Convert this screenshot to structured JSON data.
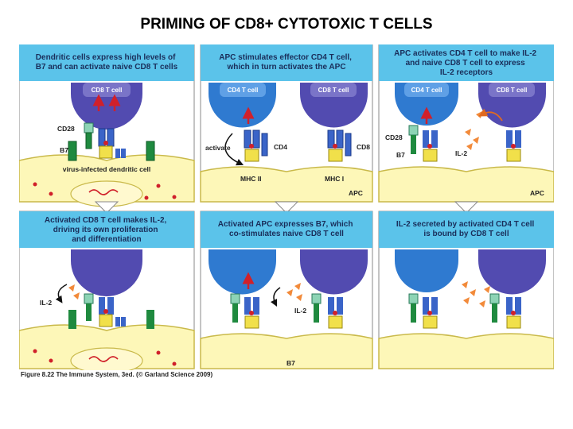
{
  "title": "PRIMING OF CD8+ CYTOTOXIC T CELLS",
  "caption": {
    "figure": "Figure 8.22",
    "book": "The Immune System, 3ed.",
    "copyright": "(© Garland Science 2009)"
  },
  "colors": {
    "header_bg": "#5bc3ea",
    "cytoplasm": "#fdf7b8",
    "cd4_cell": "#2f7ad0",
    "cd8_cell": "#524bb0",
    "il2": "#f28a3a",
    "receptor_green": "#1f8a3f",
    "b7_yellow": "#f1e04a",
    "tcr_blue": "#3a64c8",
    "red_dots": "#d0202a"
  },
  "panels": [
    {
      "header": [
        "Dendritic cells express high levels of",
        "B7 and can activate naive CD8 T cells"
      ],
      "labels": {
        "cell": "CD8 T cell",
        "cd28": "CD28",
        "b7": "B7",
        "dc": "virus-infected dendritic cell"
      }
    },
    {
      "header": [
        "APC stimulates effector CD4 T cell,",
        "which in turn activates the APC"
      ],
      "labels": {
        "cell_a": "CD4 T cell",
        "cell_b": "CD8 T cell",
        "activate": "activate",
        "cd4": "CD4",
        "cd8": "CD8",
        "mhc2": "MHC II",
        "mhc1": "MHC I",
        "apc": "APC"
      }
    },
    {
      "header": [
        "APC activates CD4 T cell to make IL-2",
        "and naive CD8 T cell to express",
        "IL-2 receptors"
      ],
      "labels": {
        "cell_a": "CD4 T cell",
        "cell_b": "CD8 T cell",
        "cd28": "CD28",
        "b7": "B7",
        "il2": "IL-2",
        "apc": "APC"
      }
    },
    {
      "header": [
        "Activated CD8 T cell makes IL-2,",
        "driving its own proliferation",
        "and differentiation"
      ],
      "labels": {
        "il2": "IL-2"
      }
    },
    {
      "header": [
        "Activated APC expresses B7, which",
        "co-stimulates naive CD8 T cell"
      ],
      "labels": {
        "il2": "IL-2",
        "b7": "B7"
      }
    },
    {
      "header": [
        "IL-2 secreted by activated CD4 T cell",
        "is bound by CD8 T cell"
      ],
      "labels": {}
    }
  ]
}
